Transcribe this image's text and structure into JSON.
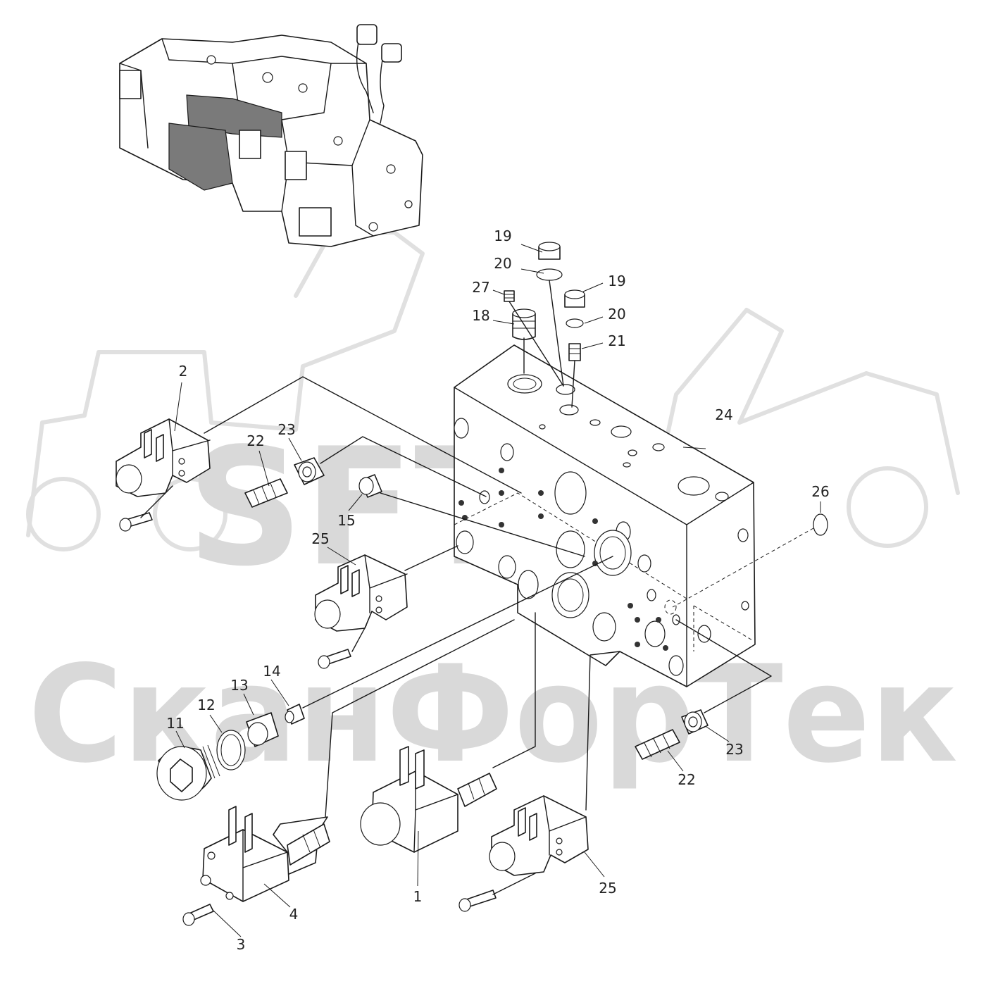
{
  "diagram": {
    "watermark": {
      "logo_text": "SFT",
      "brand_text": "СканФорТек",
      "color": "#d9d9d9"
    },
    "callouts": {
      "c1": "1",
      "c2": "2",
      "c3": "3",
      "c4": "4",
      "c11": "11",
      "c12": "12",
      "c13": "13",
      "c14": "14",
      "c15": "15",
      "c18": "18",
      "c19a": "19",
      "c19b": "19",
      "c20a": "20",
      "c20b": "20",
      "c21": "21",
      "c22a": "22",
      "c22b": "22",
      "c23a": "23",
      "c23b": "23",
      "c24": "24",
      "c25a": "25",
      "c25b": "25",
      "c26": "26",
      "c27": "27"
    },
    "colors": {
      "line": "#1a1a1a",
      "highlight": "#7a7a7a"
    }
  }
}
